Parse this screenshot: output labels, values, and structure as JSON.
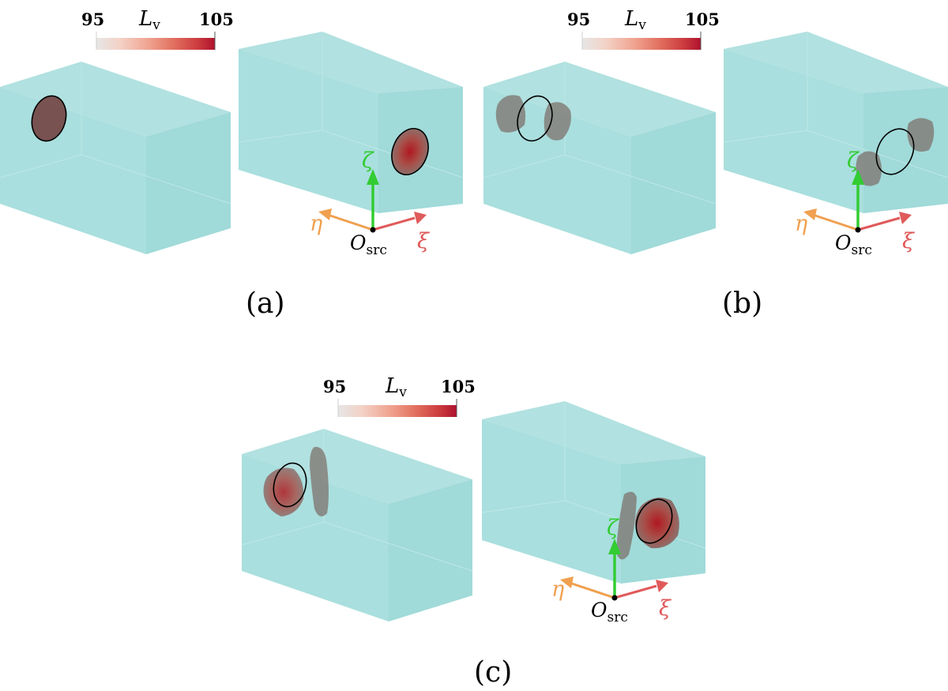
{
  "colorbar": {
    "min_label": "95",
    "max_label": "105",
    "symbol": "L",
    "subscript": "v",
    "gradient": [
      "#e6e6e6",
      "#f3d2c6",
      "#f0a18e",
      "#e2705f",
      "#cc3d3f",
      "#b0112e"
    ]
  },
  "axes": {
    "zeta": "ζ",
    "eta": "η",
    "xi": "ξ",
    "origin_symbol": "O",
    "origin_subscript": "src",
    "colors": {
      "zeta": "#33cc33",
      "eta": "#f0a050",
      "xi": "#e05a5a"
    }
  },
  "box_color": "#9ad9d8",
  "panels": [
    {
      "caption": "(a)"
    },
    {
      "caption": "(b)"
    },
    {
      "caption": "(c)"
    }
  ]
}
